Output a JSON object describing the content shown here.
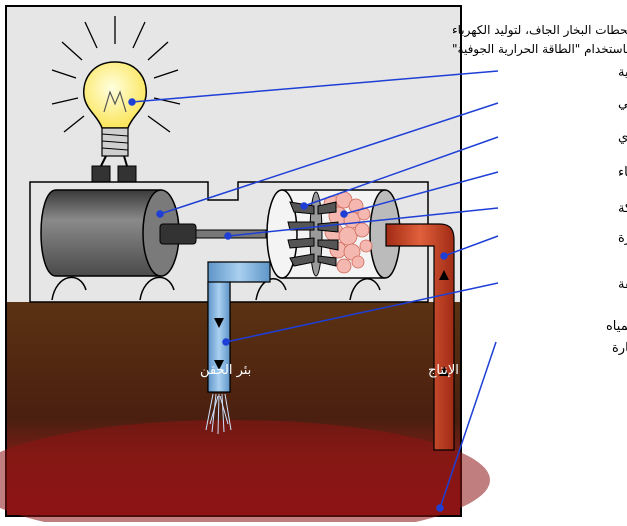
{
  "title": {
    "line1": "محطات البخار الجاف، لتوليد الكهرباء",
    "line2": "باستخدام \"الطاقة الحرارية الجوفية\""
  },
  "labels": {
    "electric_energy": "طاقة كهربائية",
    "generator": "مولد كهربائي",
    "steam_turbine": "توربين بخاري",
    "water_vapor": "بخار الماء",
    "motion_transmitter": "ناقل حركة",
    "hot_groundwater": "مياه جوفية حارة",
    "condensed_water": "المياه المتكثفة",
    "injection_well": "بئر الحقن",
    "production_well": "بئر الإنتاج",
    "hot_layers_line1": "طبقات المياه",
    "hot_layers_line2": "الجوفية الحارة"
  },
  "colors": {
    "sky": "#e6e6e6",
    "ground": "#5b3212",
    "hot_layer": "#8a1a1a",
    "generator": "#6a6a6a",
    "cold_pipe": "#7fb3e0",
    "hot_pipe": "#cc4422",
    "pointer": "#1e3fd6",
    "bulb": "#fff27a"
  }
}
